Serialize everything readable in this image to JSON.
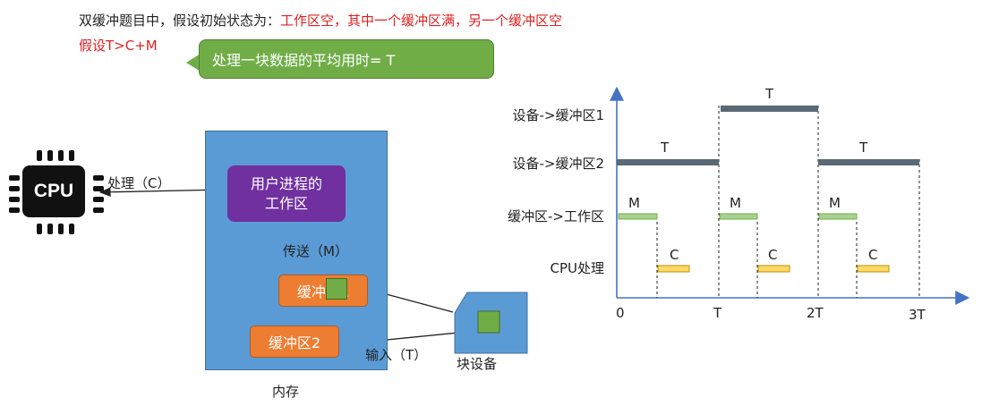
{
  "header": {
    "line1_black": "双缓冲题目中，假设初始状态为：",
    "line1_red": "工作区空，其中一个缓冲区满，另一个缓冲区空",
    "line2_red": "假设T>C+M"
  },
  "callout": {
    "text": "处理一块数据的平均用时= T"
  },
  "left_diagram": {
    "cpu_label": "CPU",
    "process_label": "处理（C）",
    "memory_label": "内存",
    "work_area": "用户进程的\n工作区",
    "transfer_label": "传送（M）",
    "buffer1": "缓冲区1",
    "buffer2": "缓冲区2",
    "input_label": "输入（T）",
    "device_label": "块设备"
  },
  "timeline": {
    "rows": [
      "设备->缓冲区1",
      "设备->缓冲区2",
      "缓冲区->工作区",
      "CPU处理"
    ],
    "ticks": [
      "0",
      "T",
      "2T",
      "3T"
    ],
    "segment_labels": {
      "t": "T",
      "m": "M",
      "c": "C"
    },
    "colors": {
      "t_bar": "#596a76",
      "m_bar": "#a9d18e",
      "c_bar": "#ffd966",
      "axis": "#4472c4"
    }
  }
}
